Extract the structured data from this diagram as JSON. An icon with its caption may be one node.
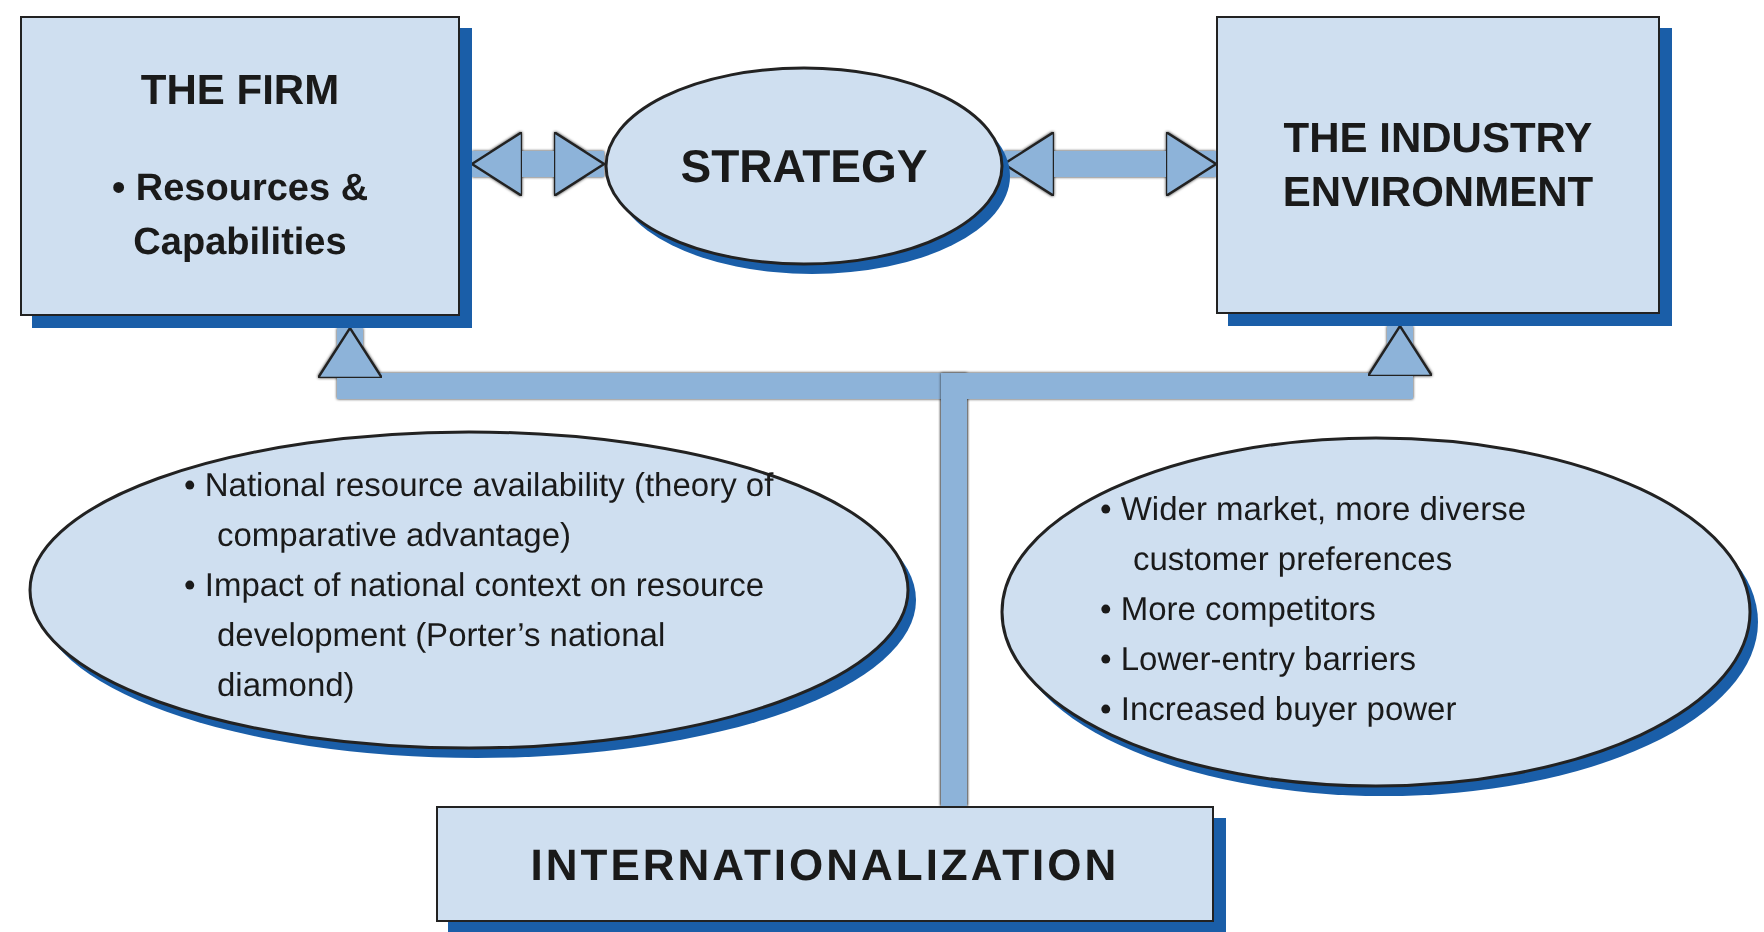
{
  "diagram": {
    "nodes": [
      {
        "text": [
          "THE FIRM",
          "• Resources & Capabilities"
        ]
      },
      {
        "text": [
          "STRATEGY"
        ]
      },
      {
        "text": [
          "THE INDUSTRY ENVIRONMENT"
        ]
      },
      {
        "text": [
          "• National resource availability (theory of comparative advantage)",
          "• Impact of national context on resource development (Porter’s national diamond)"
        ]
      },
      {
        "text": [
          "• Wider market, more diverse customer preferences",
          "• More competitors",
          "• Lower-entry barriers",
          "• Increased buyer power"
        ]
      },
      {
        "text": [
          "INTERNATIONALIZATION"
        ]
      }
    ],
    "edges": [
      {
        "from": 0,
        "to": 1,
        "arrow": "both"
      },
      {
        "from": 1,
        "to": 2,
        "arrow": "both"
      },
      {
        "from": 5,
        "to": 0,
        "arrow": "to"
      },
      {
        "from": 5,
        "to": 2,
        "arrow": "to"
      }
    ]
  }
}
